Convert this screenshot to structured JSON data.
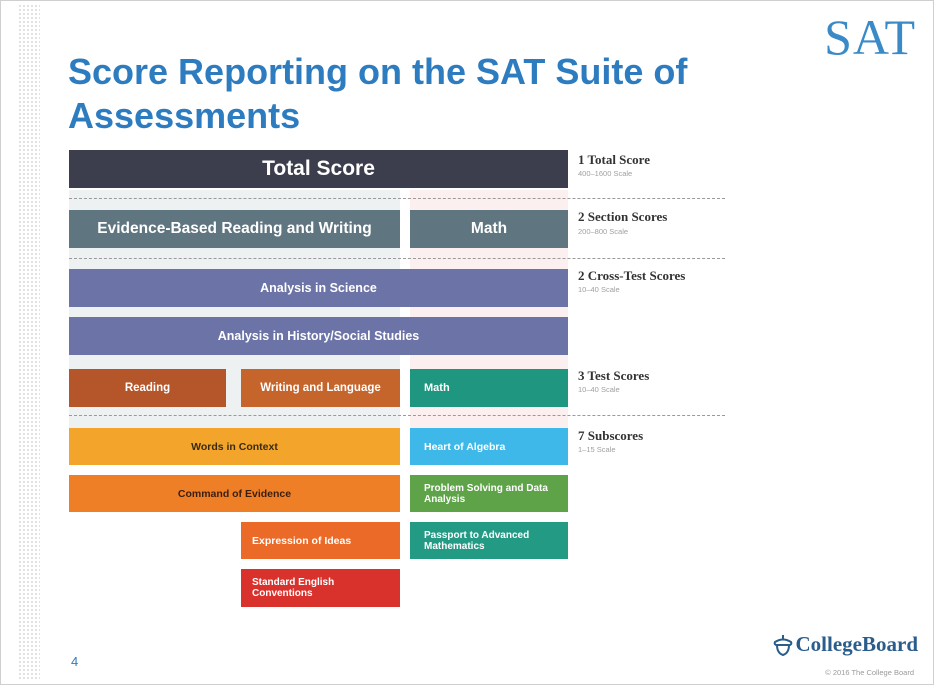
{
  "slide": {
    "logo": "SAT",
    "title": "Score Reporting on the SAT Suite of Assessments",
    "page_number": "4",
    "footer_logo": "CollegeBoard",
    "copyright": "© 2016 The College Board"
  },
  "diagram": {
    "total": "Total Score",
    "sections": [
      "Evidence-Based Reading and Writing",
      "Math"
    ],
    "cross_tests": [
      "Analysis in Science",
      "Analysis in History/Social Studies"
    ],
    "tests": [
      "Reading",
      "Writing and Language",
      "Math"
    ],
    "subscores": [
      "Words in Context",
      "Heart of Algebra",
      "Command of Evidence",
      "Problem Solving and Data Analysis",
      "Expression of Ideas",
      "Passport to Advanced Mathematics",
      "Standard English Conventions"
    ]
  },
  "legend": [
    {
      "title": "1 Total Score",
      "scale": "400–1600 Scale"
    },
    {
      "title": "2 Section Scores",
      "scale": "200–800 Scale"
    },
    {
      "title": "2 Cross-Test Scores",
      "scale": "10–40 Scale"
    },
    {
      "title": "3 Test Scores",
      "scale": "10–40 Scale"
    },
    {
      "title": "7 Subscores",
      "scale": "1–15 Scale"
    }
  ],
  "colors": {
    "total": "#3c3e4d",
    "section": "#5f7580",
    "cross_test": "#6c73a6",
    "reading": "#b5552a",
    "writing": "#c5642b",
    "math_test": "#1f9680",
    "words_in_context": "#f2a52a",
    "command_of_evidence": "#ef7f26",
    "expression_of_ideas": "#ec6a28",
    "standard_english": "#d9322d",
    "heart_of_algebra": "#3db8e8",
    "problem_solving": "#5ea348",
    "passport": "#239a84",
    "title_blue": "#2e7cc0"
  }
}
